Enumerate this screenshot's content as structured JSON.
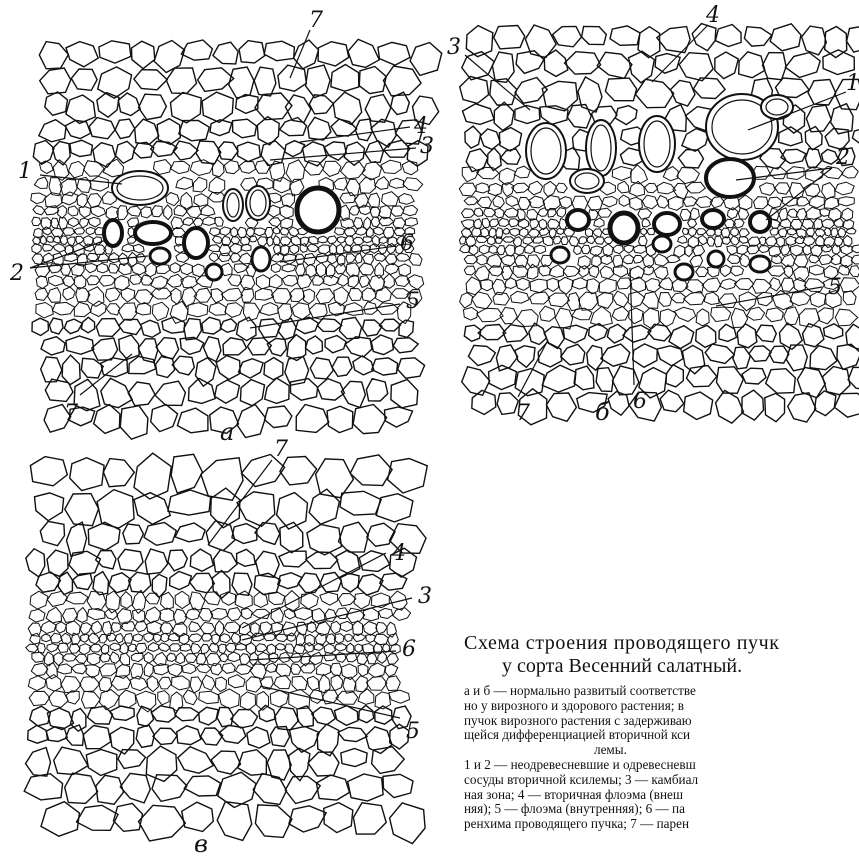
{
  "panels": [
    {
      "id": "a",
      "letter": "а",
      "labels": [
        "1",
        "2",
        "3",
        "4",
        "5",
        "6",
        "7",
        "7"
      ]
    },
    {
      "id": "b",
      "letter": "б",
      "labels": [
        "1",
        "2",
        "3",
        "4",
        "5",
        "6",
        "7"
      ]
    },
    {
      "id": "c",
      "letter": "в",
      "labels": [
        "3",
        "4",
        "5",
        "6",
        "7"
      ]
    }
  ],
  "caption": {
    "title_line1": "Схема строения проводящего пучк",
    "title_line2": "у сорта Весенний салатный.",
    "body_lines": [
      "а и б — нормально развитый соответстве",
      "но у вирозного и здорового растения; в",
      "пучок вирозного растения с задерживаю",
      "щейся  дифференциацией вторичной кси",
      "лемы.",
      "1 и 2 — неодревесневшие и одревесневш",
      "сосуды вторичной ксилемы; 3 — камбиал",
      "ная зона; 4 — вторичная флоэма (внеш",
      "няя); 5 — флоэма (внутренняя); 6 — па",
      "ренхима проводящего пучка; 7 — парен"
    ]
  }
}
